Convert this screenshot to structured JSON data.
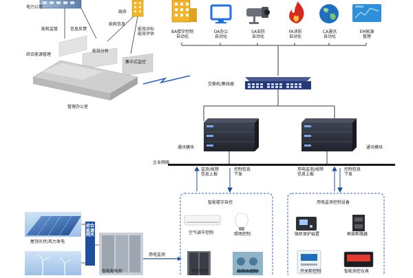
{
  "colors": {
    "line_dark": "#3a3a3a",
    "line_blue": "#1e4f9a",
    "accent_blue": "#2b63c9",
    "bus_dark": "#1a1a1a",
    "building_yellow": "#f2b52b",
    "fire_red": "#d62a1f",
    "globe_blue": "#1e6fc2",
    "monitor_blue": "#1f6fe0",
    "ems_cyan": "#2f8fd8",
    "gray_block": "#d9d9d9",
    "rack_dark": "#2b2f38",
    "switch_blue": "#253a7a"
  },
  "top_left": {
    "power_company": "电力公司",
    "government": "政府",
    "energy_info": "能耗信息",
    "info_feedback": "信息反馈",
    "energy_indicator_eval": "能效对标\n能效评估",
    "energy_regulator": "能耗监管",
    "comprehensive_energy_mgmt": "综合能源管理",
    "energy_analysis": "能效分析",
    "central_monitoring": "集中式监控",
    "mgmt_office": "管理办公室"
  },
  "subsystems": [
    {
      "label": "BA楼宇控制\n自动化",
      "icon": "building-icon"
    },
    {
      "label": "OA办公\n自动化",
      "icon": "monitor-icon"
    },
    {
      "label": "SA安防\n自动化",
      "icon": "camera-icon"
    },
    {
      "label": "FA消防\n自动化",
      "icon": "fire-icon"
    },
    {
      "label": "CA通讯\n自动化",
      "icon": "globe-icon"
    },
    {
      "label": "EM能源\n管理",
      "icon": "ems-icon"
    }
  ],
  "switch_label": "交换机/集线器",
  "comm_module_left": "通讯模块",
  "comm_module_right": "通讯模块",
  "enterprise_network": "企业网络",
  "bus_labels": {
    "monitor_fault_up_left": "监测/故障\n信息上报",
    "control_down_left": "控制信息\n下发",
    "power_monitor_up_right": "用电监测/故障\n信息上报",
    "control_down_right": "控制信息\n下发"
  },
  "smart_building_box": {
    "title": "智能楼宇自控",
    "ac_control": "空气调节控制",
    "lighting_control": "照明控制",
    "row3_left": "电梯控制",
    "row3_right": "给排水控制"
  },
  "power_monitor_box": {
    "title": "用电监测控制设备",
    "microcomputer_protection": "微机保护装置",
    "frame_breaker": "框架断路器",
    "row3_left": "开关柜控制",
    "row3_right": "智能测控仪表"
  },
  "bottom_left": {
    "pv_wind": "屋顶光伏/风力发电",
    "comprehensive_gateway": "综合能源网关",
    "power_monitor": "用电监测",
    "switchgear": "智能配电柜"
  }
}
